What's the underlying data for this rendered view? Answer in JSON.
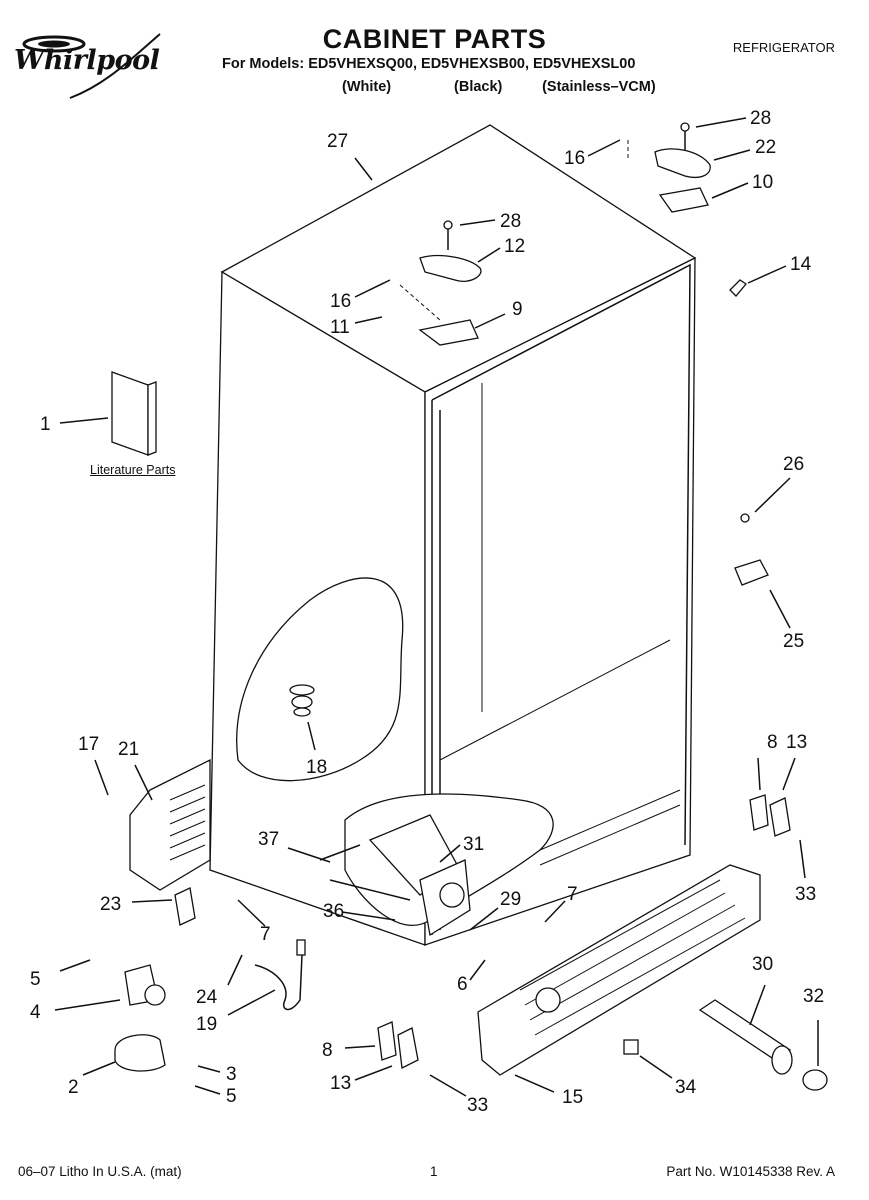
{
  "header": {
    "brand": "Whirlpool",
    "title": "CABINET PARTS",
    "doc_type": "REFRIGERATOR",
    "models_line": "For Models: ED5VHEXSQ00, ED5VHEXSB00, ED5VHEXSL00",
    "variants": [
      "(White)",
      "(Black)",
      "(Stainless–VCM)"
    ]
  },
  "diagram": {
    "literature_label": "Literature Parts",
    "callouts": [
      "1",
      "2",
      "3",
      "4",
      "5",
      "5",
      "6",
      "7",
      "7",
      "8",
      "8",
      "9",
      "10",
      "11",
      "12",
      "13",
      "13",
      "14",
      "15",
      "16",
      "16",
      "17",
      "18",
      "19",
      "21",
      "22",
      "23",
      "24",
      "25",
      "26",
      "27",
      "28",
      "28",
      "29",
      "30",
      "31",
      "32",
      "33",
      "33",
      "34",
      "36",
      "37"
    ]
  },
  "footer": {
    "left": "06–07 Litho In U.S.A. (mat)",
    "page": "1",
    "right": "Part No. W10145338 Rev. A"
  }
}
